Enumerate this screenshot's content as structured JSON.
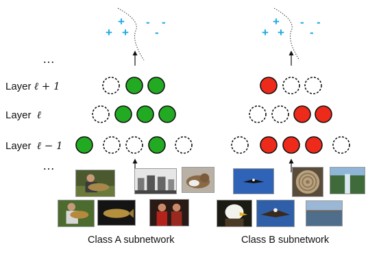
{
  "colors": {
    "active_a": "#22aa22",
    "active_b": "#ee2a1b",
    "positive": "#1aa7e6",
    "negative": "#1aa7e6"
  },
  "labels": {
    "layer_top": "Layer",
    "layer_top_sym": "ℓ + 1",
    "layer_mid": "Layer",
    "layer_mid_sym": "ℓ",
    "layer_bot": "Layer",
    "layer_bot_sym": "ℓ − 1",
    "ellipsis_top": "…",
    "ellipsis_bottom": "…"
  },
  "signs": {
    "plus": "+",
    "minus": "-"
  },
  "subnetworks": [
    {
      "caption": "Class A subnetwork",
      "active_color_key": "active_a",
      "layers": {
        "top": [
          false,
          true,
          true
        ],
        "mid": [
          false,
          true,
          true,
          true
        ],
        "bot": [
          true,
          false,
          false,
          true,
          false
        ]
      },
      "images": [
        "fisherman-with-carp",
        "industrial-tanks",
        "cat-sleeping",
        "person-holding-fish",
        "fish-on-dark-background",
        "two-people-in-red"
      ]
    },
    {
      "caption": "Class B subnetwork",
      "active_color_key": "active_b",
      "layers": {
        "top": [
          true,
          false,
          false
        ],
        "mid": [
          false,
          false,
          true,
          true
        ],
        "bot": [
          false,
          true,
          true,
          true,
          false
        ]
      },
      "images": [
        "eagle-in-blue-sky",
        "coiled-rope",
        "waterfall",
        "bald-eagle-head",
        "eagle-flying",
        "harbor-lake"
      ]
    }
  ]
}
